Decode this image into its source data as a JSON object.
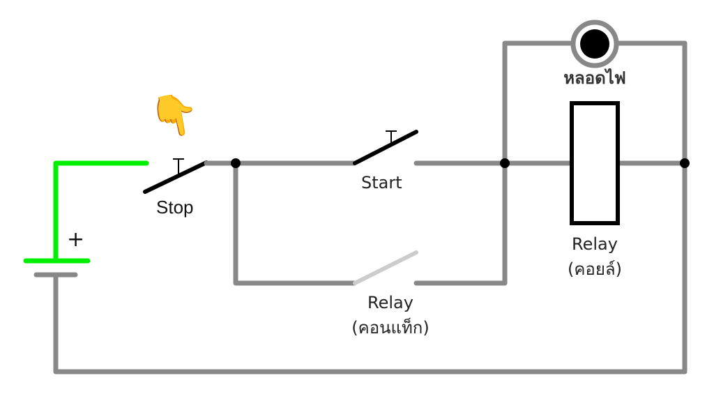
{
  "diagram": {
    "type": "relay latching circuit (start/stop self-holding)",
    "colors": {
      "wire_idle": "#888888",
      "wire_energized": "#00ee00",
      "switch": "#000000",
      "relay_contact_open": "#cccccc",
      "lamp_ring": "#888888",
      "lamp_core": "#000000"
    },
    "battery": {
      "positive_label": "+"
    },
    "stop_switch": {
      "label": "Stop",
      "type": "push-button",
      "pressed": true
    },
    "start_switch": {
      "label": "Start",
      "type": "push-button",
      "pressed": false
    },
    "relay_contact": {
      "label_line1": "Relay",
      "label_line2": "(คอนแท็ก)",
      "state": "open"
    },
    "relay_coil": {
      "label_line1": "Relay",
      "label_line2": "(คอยล์)"
    },
    "lamp": {
      "label": "หลอดไฟ",
      "state": "off"
    },
    "pointer": {
      "icon": "pointing-hand-down-icon",
      "glyph": "👇",
      "target": "Stop"
    }
  }
}
